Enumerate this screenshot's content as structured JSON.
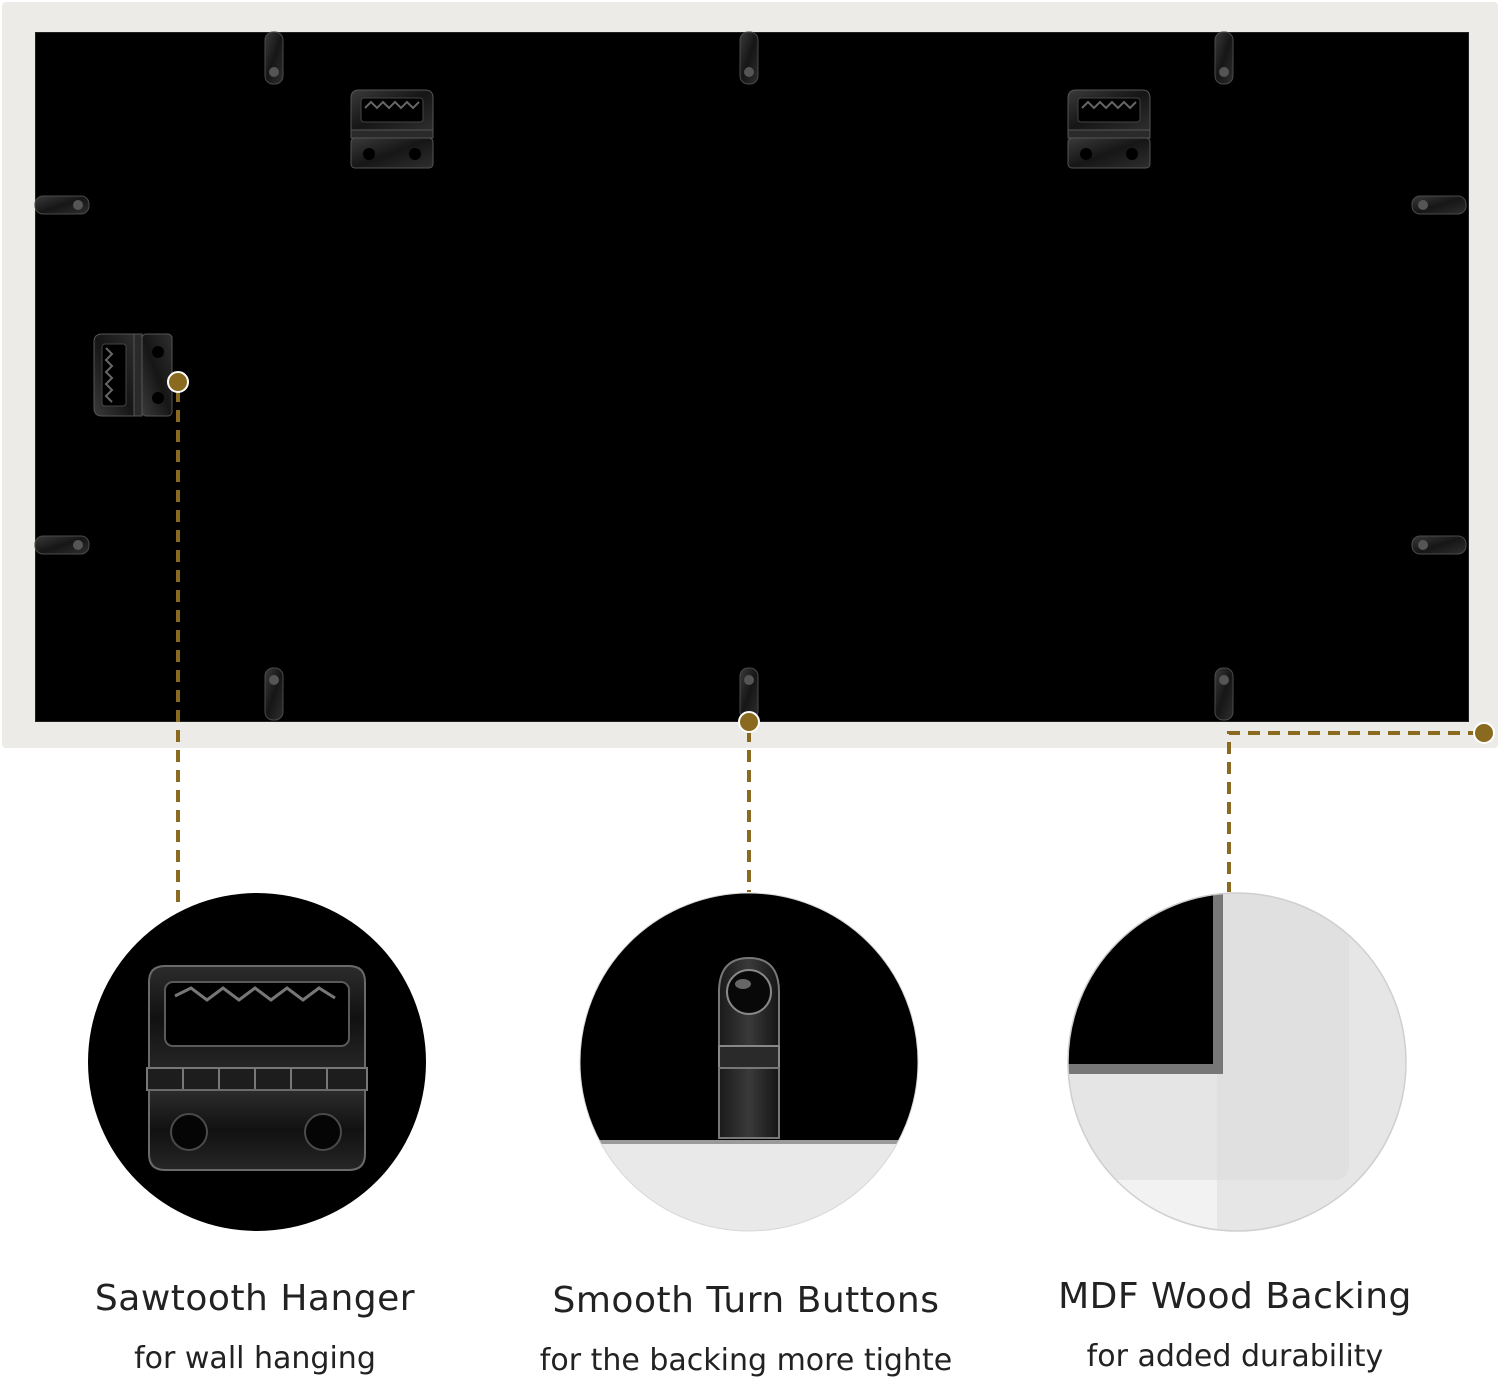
{
  "colors": {
    "accent": "#8a6a1f",
    "frame": "#ecebe8",
    "backing": "#000000",
    "text": "#222222"
  },
  "features": [
    {
      "title": "Sawtooth Hanger",
      "subtitle": "for wall hanging",
      "icon": "sawtooth-hanger-icon"
    },
    {
      "title": "Smooth Turn Buttons",
      "subtitle": "for the backing more tighte",
      "icon": "turn-button-icon"
    },
    {
      "title": "MDF Wood Backing",
      "subtitle": "for added durability",
      "icon": "frame-corner-icon"
    }
  ]
}
